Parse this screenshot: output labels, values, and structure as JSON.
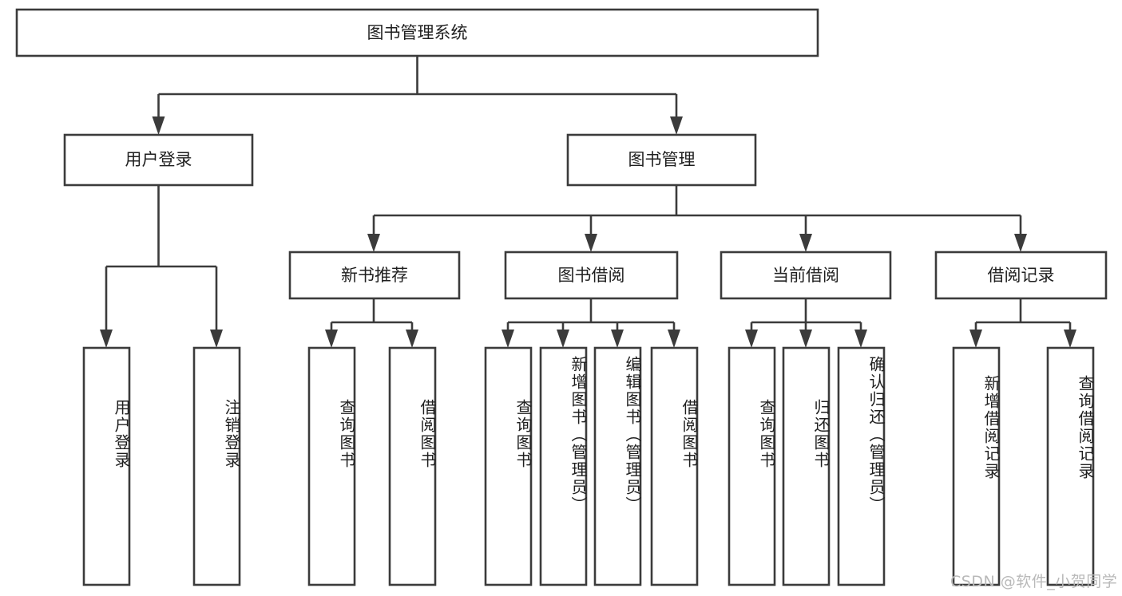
{
  "diagram": {
    "title": "图书管理系统",
    "type": "tree-hierarchy-diagram",
    "colors": {
      "stroke": "#3b3b3b",
      "box_fill": "#ffffff",
      "text": "#1f1f1f",
      "background": "#ffffff",
      "watermark": "#b9b9b9"
    },
    "root": {
      "label": "图书管理系统"
    },
    "level2": [
      {
        "label": "用户登录"
      },
      {
        "label": "图书管理"
      }
    ],
    "level3": [
      {
        "label": "新书推荐"
      },
      {
        "label": "图书借阅"
      },
      {
        "label": "当前借阅"
      },
      {
        "label": "借阅记录"
      }
    ],
    "leaves": {
      "user_login": [
        {
          "label": "用户登录"
        },
        {
          "label": "注销登录"
        }
      ],
      "new_book_recommend": [
        {
          "label": "查询图书"
        },
        {
          "label": "借阅图书"
        }
      ],
      "book_borrow": [
        {
          "label": "查询图书"
        },
        {
          "label": "新增图书（管理员）"
        },
        {
          "label": "编辑图书（管理员）"
        },
        {
          "label": "借阅图书"
        }
      ],
      "current_borrow": [
        {
          "label": "查询图书"
        },
        {
          "label": "归还图书"
        },
        {
          "label": "确认归还（管理员）"
        }
      ],
      "borrow_record": [
        {
          "label": "新增借阅记录"
        },
        {
          "label": "查询借阅记录"
        }
      ]
    }
  },
  "watermark": {
    "text": "CSDN @软件_小贺同学"
  }
}
